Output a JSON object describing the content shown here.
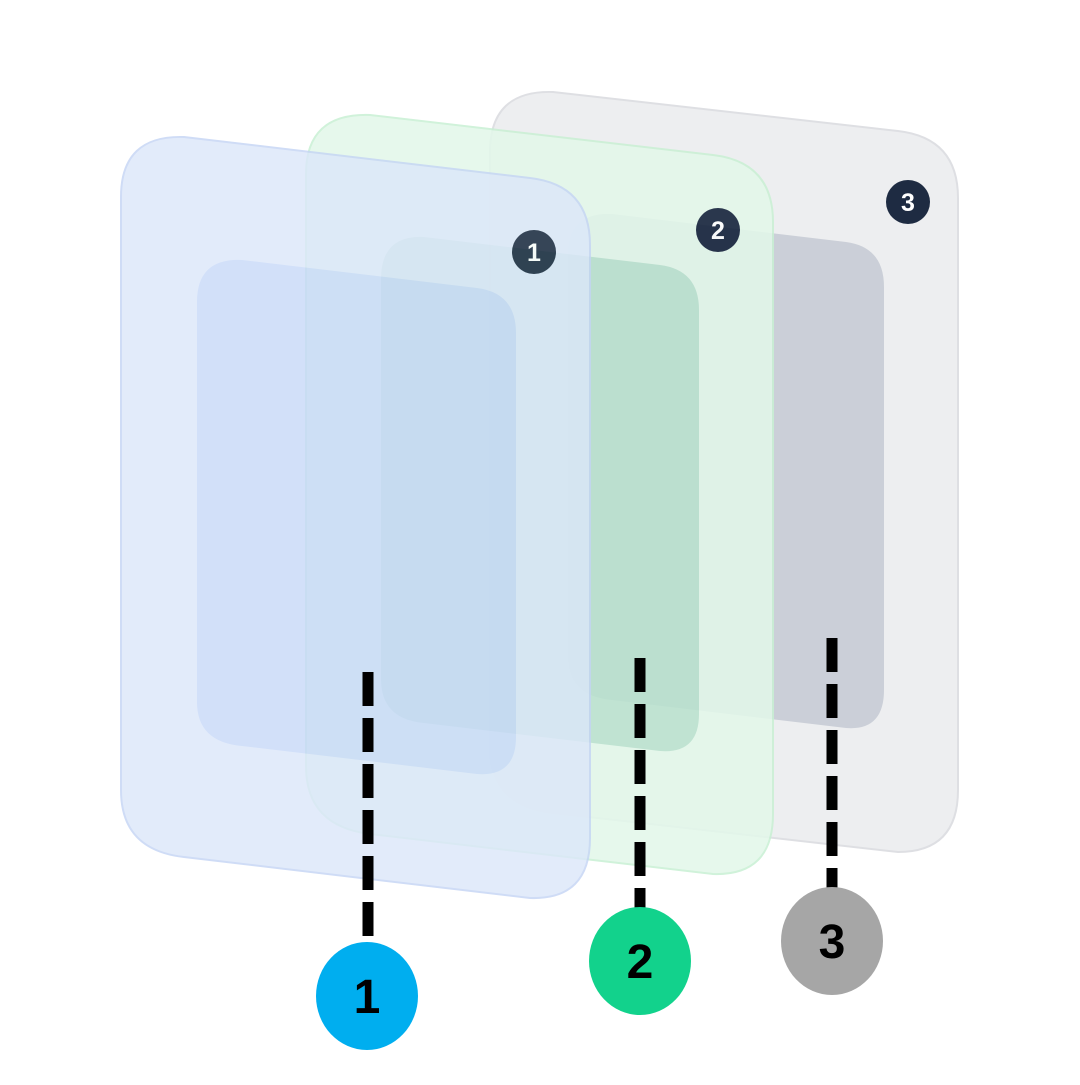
{
  "layers": [
    {
      "id": "layer-1",
      "badge_label": "1",
      "marker_label": "1",
      "colors": {
        "panel_fill": "#DCE7FA",
        "panel_stroke": "#C4D4F4",
        "inner_fill": "#C7D9F8",
        "marker_fill": "#00AEEF"
      }
    },
    {
      "id": "layer-2",
      "badge_label": "2",
      "marker_label": "2",
      "colors": {
        "panel_fill": "#E3F8EA",
        "panel_stroke": "#C9F0D4",
        "inner_fill": "#B9E2CE",
        "marker_fill": "#12D28C"
      }
    },
    {
      "id": "layer-3",
      "badge_label": "3",
      "marker_label": "3",
      "colors": {
        "panel_fill": "#ECEDEF",
        "panel_stroke": "#DCDDE1",
        "inner_fill": "#C7CCD5",
        "marker_fill": "#A6A6A6"
      }
    }
  ],
  "colors": {
    "badge_fill": "#0B1A33",
    "badge_text": "#FFFFFF",
    "leader_line": "#000000",
    "marker_text": "#000000"
  }
}
